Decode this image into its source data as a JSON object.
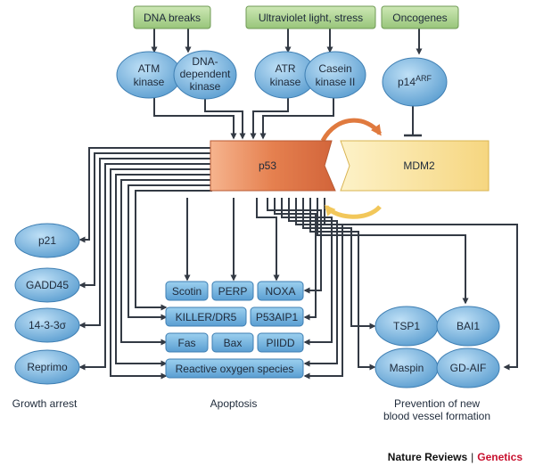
{
  "signals": {
    "dna_breaks": "DNA breaks",
    "uv_stress": "Ultraviolet light, stress",
    "oncogenes": "Oncogenes"
  },
  "kinases": {
    "atm": [
      "ATM",
      "kinase"
    ],
    "dna_pk": [
      "DNA-",
      "dependent",
      "kinase"
    ],
    "atr": [
      "ATR",
      "kinase"
    ],
    "ck2": [
      "Casein",
      "kinase II"
    ]
  },
  "p14arf": {
    "base": "p14",
    "sup": "ARF"
  },
  "core": {
    "p53": "p53",
    "mdm2": "MDM2"
  },
  "growth_arrest": {
    "genes": [
      "p21",
      "GADD45",
      "14-3-3σ",
      "Reprimo"
    ],
    "caption": "Growth arrest"
  },
  "apoptosis": {
    "genes": [
      "Scotin",
      "PERP",
      "NOXA",
      "KILLER/DR5",
      "P53AIP1",
      "Fas",
      "Bax",
      "PIIDD",
      "Reactive oxygen species"
    ],
    "caption": "Apoptosis"
  },
  "angiogenesis": {
    "genes": [
      "TSP1",
      "BAI1",
      "Maspin",
      "GD-AIF"
    ],
    "caption_lines": [
      "Prevention of new",
      "blood vessel formation"
    ]
  },
  "credit": {
    "journal": "Nature Reviews",
    "separator": "|",
    "section": "Genetics"
  },
  "colors": {
    "signal_fill": "#a9d18e",
    "ellipse_fill": "#7fb3dd",
    "p53_fill": "#e87f4f",
    "mdm2_fill": "#fbe6a6",
    "arrow": "#333a44",
    "orange_arrow": "#e07a3f",
    "yellow_arrow": "#f2c75a"
  }
}
